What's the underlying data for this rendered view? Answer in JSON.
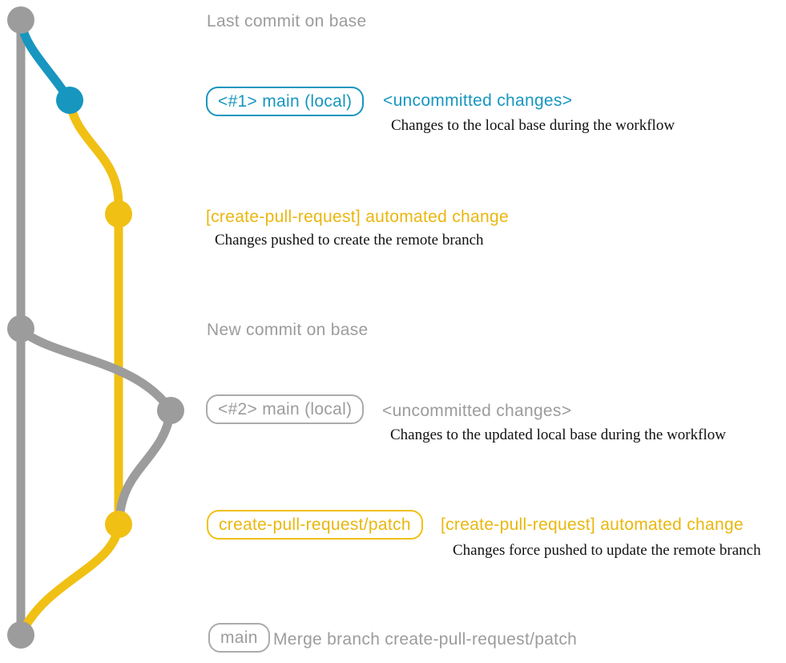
{
  "colors": {
    "graph_gray": "#9c9c9c",
    "graph_blue": "#1796bf",
    "graph_yellow": "#f0c014",
    "text_gray": "#9c9c9c",
    "text_blue": "#1796bf",
    "text_yellow": "#e9b70e",
    "desc_black": "#111111"
  },
  "rows": {
    "last_commit": {
      "title": "Last commit on base"
    },
    "main1": {
      "badge": "<#1> main (local)",
      "heading": "<uncommitted changes>",
      "desc": "Changes to the local base during the workflow"
    },
    "cpr1": {
      "heading": "[create-pull-request] automated change",
      "desc": "Changes pushed to create the remote branch"
    },
    "new_commit": {
      "title": "New commit on base"
    },
    "main2": {
      "badge": "<#2> main (local)",
      "heading": "<uncommitted changes>",
      "desc": "Changes to the updated local base during the workflow"
    },
    "cpr2": {
      "badge": "create-pull-request/patch",
      "heading": "[create-pull-request] automated change",
      "desc": "Changes force pushed to update the remote branch"
    },
    "merge": {
      "badge": "main",
      "title": "Merge branch create-pull-request/patch"
    }
  }
}
